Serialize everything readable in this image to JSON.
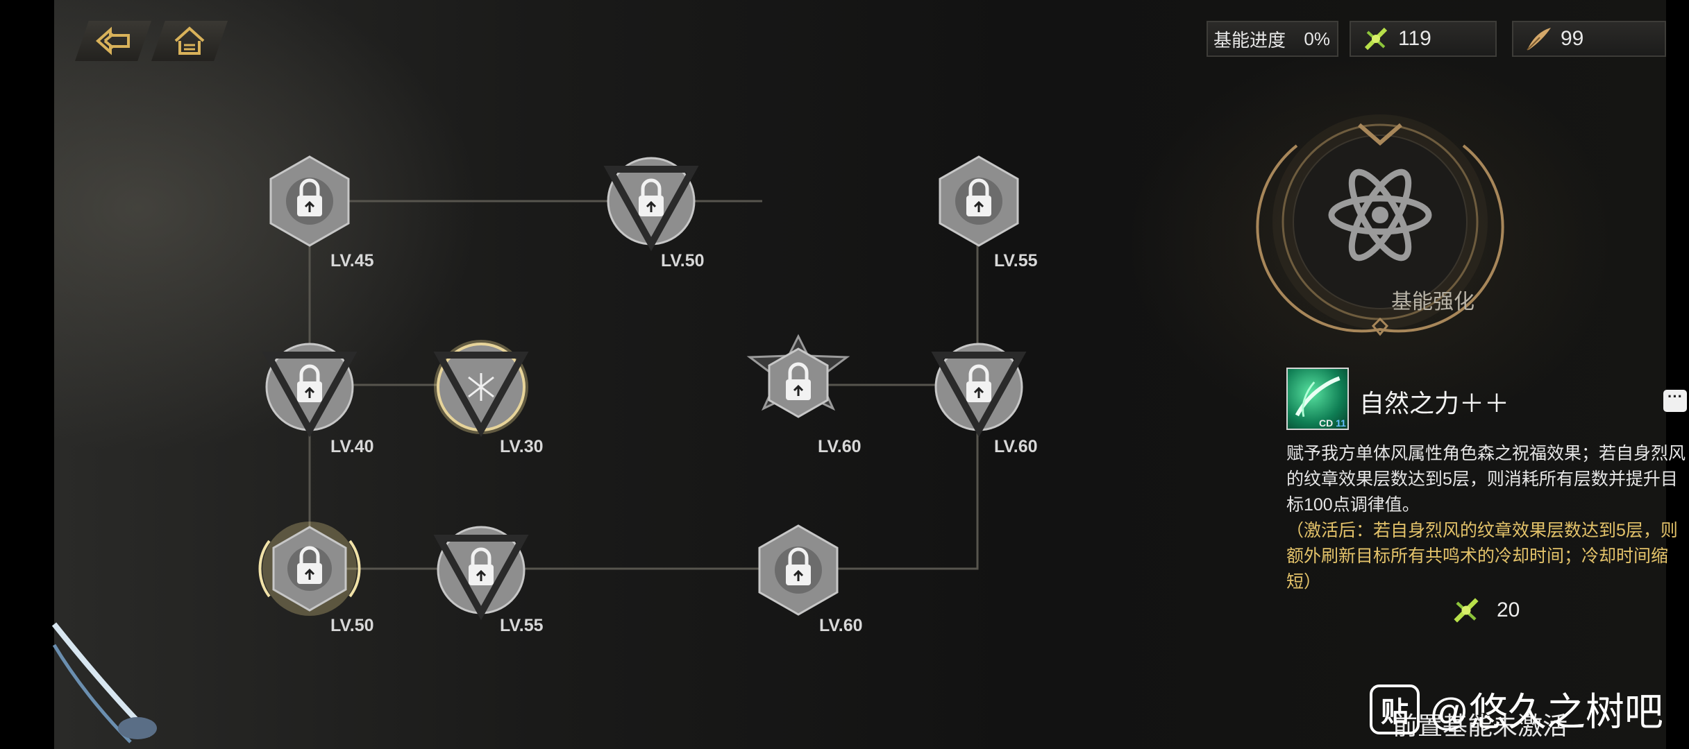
{
  "nav": {
    "back_icon": "back-arrow-icon",
    "home_icon": "home-icon"
  },
  "topbar": {
    "progress_label": "基能进度",
    "progress_value": "0%",
    "currency1": {
      "icon": "green-crystal-icon",
      "amount": "119"
    },
    "currency2": {
      "icon": "feather-quill-icon",
      "amount": "99"
    }
  },
  "tree_nodes": [
    {
      "id": "n1",
      "level": "LV.45",
      "shape": "hex",
      "state": "locked"
    },
    {
      "id": "n2",
      "level": "LV.50",
      "shape": "tri",
      "state": "locked"
    },
    {
      "id": "n3",
      "level": "LV.55",
      "shape": "hex",
      "state": "locked"
    },
    {
      "id": "n4",
      "level": "LV.40",
      "shape": "tri",
      "state": "locked"
    },
    {
      "id": "n5",
      "level": "LV.30",
      "shape": "tri",
      "state": "available"
    },
    {
      "id": "n6",
      "level": "LV.60",
      "shape": "star",
      "state": "locked"
    },
    {
      "id": "n7",
      "level": "LV.60",
      "shape": "tri",
      "state": "locked"
    },
    {
      "id": "n8",
      "level": "LV.50",
      "shape": "hex",
      "state": "selected"
    },
    {
      "id": "n9",
      "level": "LV.55",
      "shape": "tri",
      "state": "locked"
    },
    {
      "id": "n10",
      "level": "LV.60",
      "shape": "hex",
      "state": "locked"
    }
  ],
  "panel": {
    "emblem_label": "基能强化",
    "emblem_icon": "atom-emblem-icon",
    "skill": {
      "icon": "nature-leaf-skill-icon",
      "cd_label": "CD",
      "cd_value": "11",
      "name": "自然之力＋＋",
      "description": "赋予我方单体风属性角色森之祝福效果；若自身烈风的纹章效果层数达到5层，则消耗所有层数并提升目标100点调律值。",
      "activated_note": "（激活后：若自身烈风的纹章效果层数达到5层，则额外刷新目标所有共鸣术的冷却时间；冷却时间缩短）"
    },
    "cost_amount": "20",
    "prereq_text": "前置基能未激活",
    "more_icon": "ellipsis-icon"
  },
  "watermark": {
    "logo": "贴",
    "text": "@悠久之树吧"
  },
  "colors": {
    "accent_gold": "#c9a55a",
    "highlight": "#e4c36a",
    "node_fill": "#8e8e8e"
  }
}
